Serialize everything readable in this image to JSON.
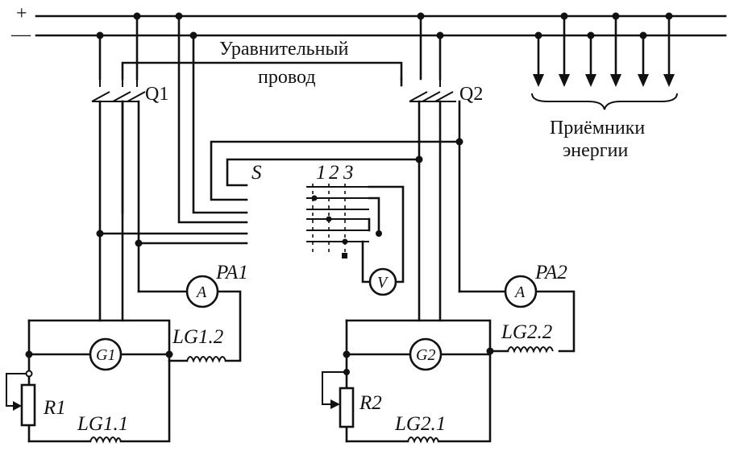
{
  "bus": {
    "plus": "+",
    "minus": "—"
  },
  "equalizer": {
    "line1": "Уравнительный",
    "line2": "провод"
  },
  "breakers": {
    "q1": "Q1",
    "q2": "Q2"
  },
  "consumers": {
    "line1": "Приёмники",
    "line2": "энергии"
  },
  "switch": {
    "label": "S",
    "pos1": "1",
    "pos2": "2",
    "pos3": "3"
  },
  "meters": {
    "ammeter_symbol": "A",
    "voltmeter_symbol": "V",
    "pa1": "PA1",
    "pa2": "PA2"
  },
  "generators": {
    "g1": "G1",
    "g2": "G2"
  },
  "windings": {
    "lg11": "LG1.1",
    "lg12": "LG1.2",
    "lg21": "LG2.1",
    "lg22": "LG2.2"
  },
  "rheostats": {
    "r1": "R1",
    "r2": "R2"
  }
}
